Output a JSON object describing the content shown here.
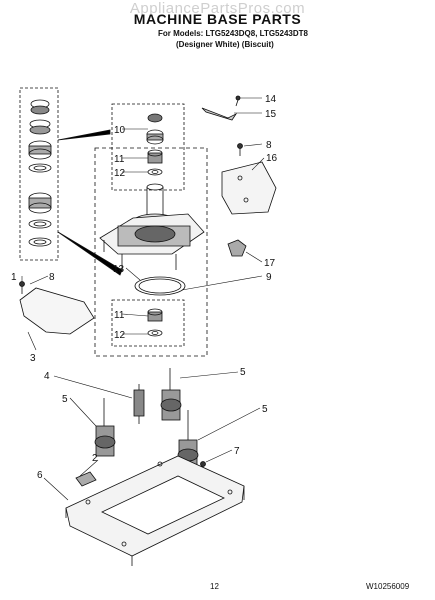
{
  "watermark": "AppliancePartsPros.com",
  "title": "MACHINE BASE PARTS",
  "models_line": "For Models: LTG5243DQ8, LTG5243DT8",
  "colors_line": "(Designer White)   (Biscuit)",
  "page_number": "12",
  "document_id": "W10256009",
  "callouts": {
    "c14": "14",
    "c15": "15",
    "c8a": "8",
    "c16": "16",
    "c10": "10",
    "c11a": "11",
    "c12a": "12",
    "c1": "1",
    "c8b": "8",
    "c13": "13",
    "c17": "17",
    "c9": "9",
    "c11b": "11",
    "c12b": "12",
    "c3": "3",
    "c4": "4",
    "c5a": "5",
    "c5b": "5",
    "c5c": "5",
    "c2": "2",
    "c7": "7",
    "c6": "6"
  }
}
